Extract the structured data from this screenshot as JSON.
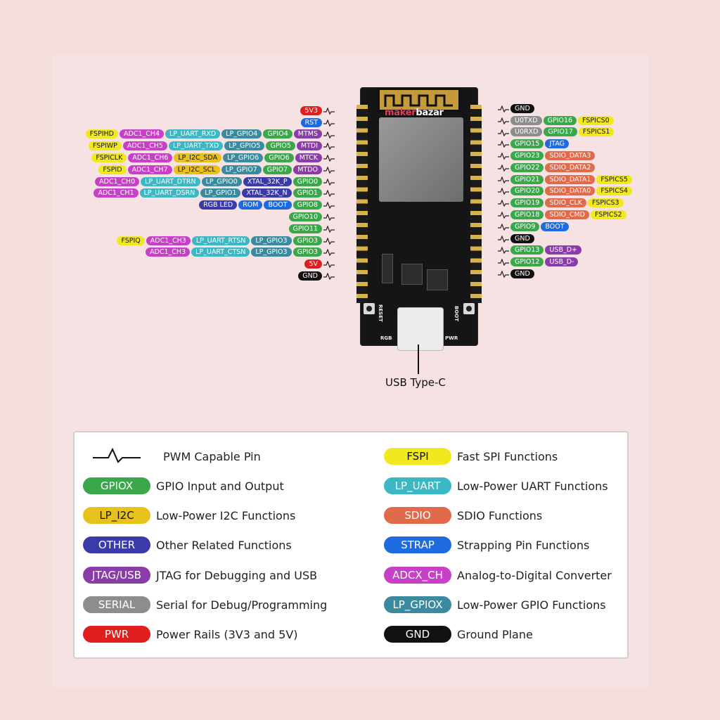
{
  "colors": {
    "gpio": "#3aa84a",
    "lp_i2c": "#e8c21c",
    "other": "#3a3aa8",
    "jtag": "#8a3da8",
    "serial": "#8d8d8d",
    "pwr": "#e01e1e",
    "fspi": "#f2e81f",
    "lp_uart": "#3cb8c4",
    "sdio": "#e06a4a",
    "strap": "#1e6ae0",
    "adc": "#c940c8",
    "lp_gpio": "#3a8aa0",
    "gnd": "#111111"
  },
  "board": {
    "brand_prefix": "maker",
    "brand_suffix": "bazar",
    "silk_reset": "RESET",
    "silk_boot": "BOOT",
    "silk_rgb": "RGB",
    "silk_pwr": "PWR",
    "usb_label": "USB Type-C"
  },
  "left_pins": [
    [
      {
        "t": "5V3",
        "c": "pwr"
      }
    ],
    [
      {
        "t": "RST",
        "c": "strap"
      }
    ],
    [
      {
        "t": "FSPIHD",
        "c": "fspi"
      },
      {
        "t": "ADC1_CH4",
        "c": "adc"
      },
      {
        "t": "LP_UART_RXD",
        "c": "lp_uart"
      },
      {
        "t": "LP_GPIO4",
        "c": "lp_gpio"
      },
      {
        "t": "GPIO4",
        "c": "gpio"
      },
      {
        "t": "MTMS",
        "c": "jtag"
      }
    ],
    [
      {
        "t": "FSPIWP",
        "c": "fspi"
      },
      {
        "t": "ADC1_CH5",
        "c": "adc"
      },
      {
        "t": "LP_UART_TXD",
        "c": "lp_uart"
      },
      {
        "t": "LP_GPIO5",
        "c": "lp_gpio"
      },
      {
        "t": "GPIO5",
        "c": "gpio"
      },
      {
        "t": "MTDI",
        "c": "jtag"
      }
    ],
    [
      {
        "t": "FSPICLK",
        "c": "fspi"
      },
      {
        "t": "ADC1_CH6",
        "c": "adc"
      },
      {
        "t": "LP_I2C_SDA",
        "c": "lp_i2c"
      },
      {
        "t": "LP_GPIO6",
        "c": "lp_gpio"
      },
      {
        "t": "GPIO6",
        "c": "gpio"
      },
      {
        "t": "MTCK",
        "c": "jtag"
      }
    ],
    [
      {
        "t": "FSPID",
        "c": "fspi"
      },
      {
        "t": "ADC1_CH7",
        "c": "adc"
      },
      {
        "t": "LP_I2C_SCL",
        "c": "lp_i2c"
      },
      {
        "t": "LP_GPIO7",
        "c": "lp_gpio"
      },
      {
        "t": "GPIO7",
        "c": "gpio"
      },
      {
        "t": "MTDO",
        "c": "jtag"
      }
    ],
    [
      {
        "t": "ADC1_CH0",
        "c": "adc"
      },
      {
        "t": "LP_UART_DTRN",
        "c": "lp_uart"
      },
      {
        "t": "LP_GPIO0",
        "c": "lp_gpio"
      },
      {
        "t": "XTAL_32K_P",
        "c": "other"
      },
      {
        "t": "GPIO0",
        "c": "gpio"
      }
    ],
    [
      {
        "t": "ADC1_CH1",
        "c": "adc"
      },
      {
        "t": "LP_UART_DSRN",
        "c": "lp_uart"
      },
      {
        "t": "LP_GPIO1",
        "c": "lp_gpio"
      },
      {
        "t": "XTAL_32K_N",
        "c": "other"
      },
      {
        "t": "GPIO1",
        "c": "gpio"
      }
    ],
    [
      {
        "t": "RGB LED",
        "c": "other"
      },
      {
        "t": "ROM",
        "c": "strap"
      },
      {
        "t": "BOOT",
        "c": "strap"
      },
      {
        "t": "GPIO8",
        "c": "gpio"
      }
    ],
    [
      {
        "t": "GPIO10",
        "c": "gpio"
      }
    ],
    [
      {
        "t": "GPIO11",
        "c": "gpio"
      }
    ],
    [
      {
        "t": "FSPIQ",
        "c": "fspi"
      },
      {
        "t": "ADC1_CH3",
        "c": "adc"
      },
      {
        "t": "LP_UART_RTSN",
        "c": "lp_uart"
      },
      {
        "t": "LP_GPIO3",
        "c": "lp_gpio"
      },
      {
        "t": "GPIO3",
        "c": "gpio"
      }
    ],
    [
      {
        "t": "ADC1_CH3",
        "c": "adc"
      },
      {
        "t": "LP_UART_CTSN",
        "c": "lp_uart"
      },
      {
        "t": "LP_GPIO3",
        "c": "lp_gpio"
      },
      {
        "t": "GPIO3",
        "c": "gpio"
      }
    ],
    [
      {
        "t": "5V",
        "c": "pwr"
      }
    ],
    [
      {
        "t": "GND",
        "c": "gnd"
      }
    ]
  ],
  "right_pins": [
    [
      {
        "t": "GND",
        "c": "gnd"
      }
    ],
    [
      {
        "t": "U0TXD",
        "c": "serial"
      },
      {
        "t": "GPIO16",
        "c": "gpio"
      },
      {
        "t": "FSPICS0",
        "c": "fspi"
      }
    ],
    [
      {
        "t": "U0RXD",
        "c": "serial"
      },
      {
        "t": "GPIO17",
        "c": "gpio"
      },
      {
        "t": "FSPICS1",
        "c": "fspi"
      }
    ],
    [
      {
        "t": "GPIO15",
        "c": "gpio"
      },
      {
        "t": "JTAG",
        "c": "strap"
      }
    ],
    [
      {
        "t": "GPIO23",
        "c": "gpio"
      },
      {
        "t": "SDIO_DATA3",
        "c": "sdio"
      }
    ],
    [
      {
        "t": "GPIO22",
        "c": "gpio"
      },
      {
        "t": "SDIO_DATA2",
        "c": "sdio"
      }
    ],
    [
      {
        "t": "GPIO21",
        "c": "gpio"
      },
      {
        "t": "SDIO_DATA1",
        "c": "sdio"
      },
      {
        "t": "FSPICS5",
        "c": "fspi"
      }
    ],
    [
      {
        "t": "GPIO20",
        "c": "gpio"
      },
      {
        "t": "SDIO_DATA0",
        "c": "sdio"
      },
      {
        "t": "FSPICS4",
        "c": "fspi"
      }
    ],
    [
      {
        "t": "GPIO19",
        "c": "gpio"
      },
      {
        "t": "SDIO_CLK",
        "c": "sdio"
      },
      {
        "t": "FSPICS3",
        "c": "fspi"
      }
    ],
    [
      {
        "t": "GPIO18",
        "c": "gpio"
      },
      {
        "t": "SDIO_CMD",
        "c": "sdio"
      },
      {
        "t": "FSPICS2",
        "c": "fspi"
      }
    ],
    [
      {
        "t": "GPIO9",
        "c": "gpio"
      },
      {
        "t": "BOOT",
        "c": "strap"
      }
    ],
    [
      {
        "t": "GND",
        "c": "gnd"
      }
    ],
    [
      {
        "t": "GPIO13",
        "c": "gpio"
      },
      {
        "t": "USB_D+",
        "c": "jtag"
      }
    ],
    [
      {
        "t": "GPIO12",
        "c": "gpio"
      },
      {
        "t": "USB_D-",
        "c": "jtag"
      }
    ],
    [
      {
        "t": "GND",
        "c": "gnd"
      }
    ]
  ],
  "legend": {
    "pwm_text": "PWM Capable Pin",
    "items": [
      {
        "chip": "GPIOX",
        "c": "gpio",
        "text": "GPIO Input and Output"
      },
      {
        "chip": "LP_I2C",
        "c": "lp_i2c",
        "text": "Low-Power I2C Functions"
      },
      {
        "chip": "OTHER",
        "c": "other",
        "text": "Other Related Functions"
      },
      {
        "chip": "JTAG/USB",
        "c": "jtag",
        "text": "JTAG for Debugging and USB"
      },
      {
        "chip": "SERIAL",
        "c": "serial",
        "text": "Serial for Debug/Programming"
      },
      {
        "chip": "PWR",
        "c": "pwr",
        "text": "Power Rails (3V3 and 5V)"
      },
      {
        "chip": "FSPI",
        "c": "fspi",
        "text": "Fast SPI Functions"
      },
      {
        "chip": "LP_UART",
        "c": "lp_uart",
        "text": "Low-Power UART Functions"
      },
      {
        "chip": "SDIO",
        "c": "sdio",
        "text": "SDIO Functions"
      },
      {
        "chip": "STRAP",
        "c": "strap",
        "text": "Strapping Pin Functions"
      },
      {
        "chip": "ADCX_CH",
        "c": "adc",
        "text": "Analog-to-Digital Converter"
      },
      {
        "chip": "LP_GPIOX",
        "c": "lp_gpio",
        "text": "Low-Power GPIO Functions"
      },
      {
        "chip": "GND",
        "c": "gnd",
        "text": "Ground Plane"
      }
    ]
  }
}
